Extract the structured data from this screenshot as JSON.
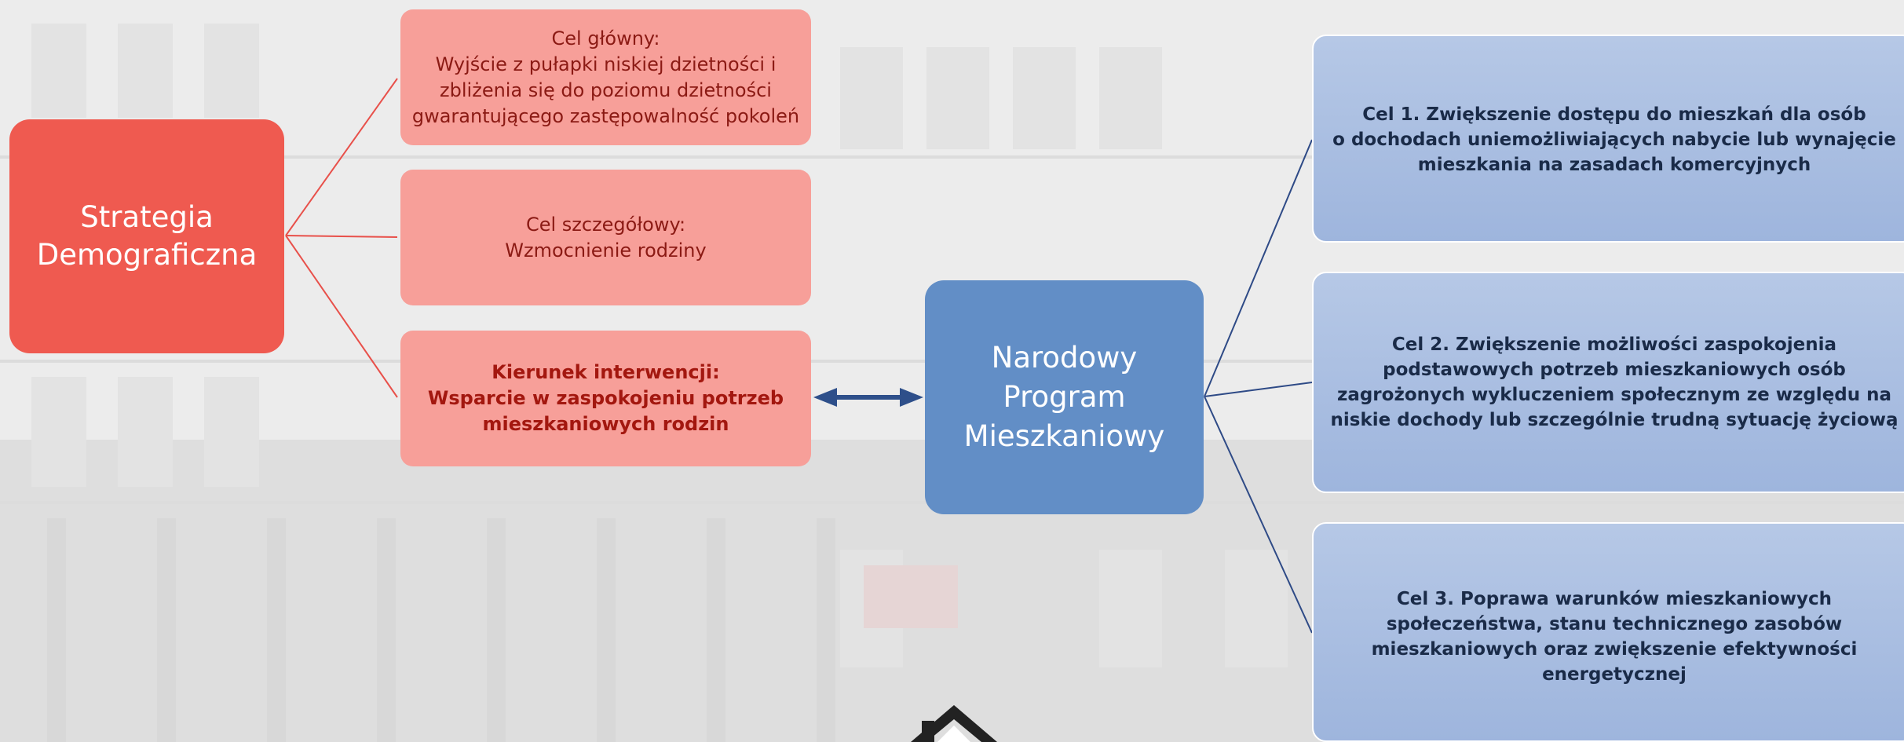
{
  "colors": {
    "strategy_box": "#ef5a50",
    "goal_boxes": "#f79f99",
    "goal_text": "#8b1a14",
    "program_box": "#628ec6",
    "target_boxes": "#a9bfe2",
    "target_text": "#1a2b48",
    "left_connectors": "#e8504a",
    "right_connectors": "#2e4a86",
    "arrow": "#2e4f8a"
  },
  "strategy": {
    "line1": "Strategia",
    "line2": "Demograficzna"
  },
  "goals": [
    {
      "lines": [
        "Cel główny:",
        "Wyjście z pułapki niskiej dzietności i",
        "zbliżenia się do poziomu dzietności",
        "gwarantującego zastępowalność pokoleń"
      ]
    },
    {
      "lines": [
        "Cel szczegółowy:",
        "Wzmocnienie rodziny"
      ]
    },
    {
      "lines": [
        "Kierunek interwencji:",
        "Wsparcie w zaspokojeniu potrzeb",
        "mieszkaniowych rodzin"
      ]
    }
  ],
  "program": {
    "lines": [
      "Narodowy",
      "Program",
      "Mieszkaniowy"
    ]
  },
  "targets": [
    {
      "lines": [
        "Cel 1. Zwiększenie dostępu do mieszkań dla osób",
        "o dochodach uniemożliwiających nabycie lub wynajęcie",
        "mieszkania na zasadach komercyjnych"
      ]
    },
    {
      "lines": [
        "Cel 2. Zwiększenie możliwości zaspokojenia",
        "podstawowych potrzeb mieszkaniowych osób",
        "zagrożonych wykluczeniem społecznym ze względu na",
        "niskie dochody lub szczególnie trudną sytuację życiową"
      ]
    },
    {
      "lines": [
        "Cel 3. Poprawa warunków mieszkaniowych",
        "społeczeństwa, stanu technicznego zasobów",
        "mieszkaniowych oraz zwiększenie efektywności",
        "energetycznej"
      ]
    }
  ],
  "icons": {
    "logo": "house-roof-logo-icon",
    "double_arrow": "double-arrow-icon"
  }
}
